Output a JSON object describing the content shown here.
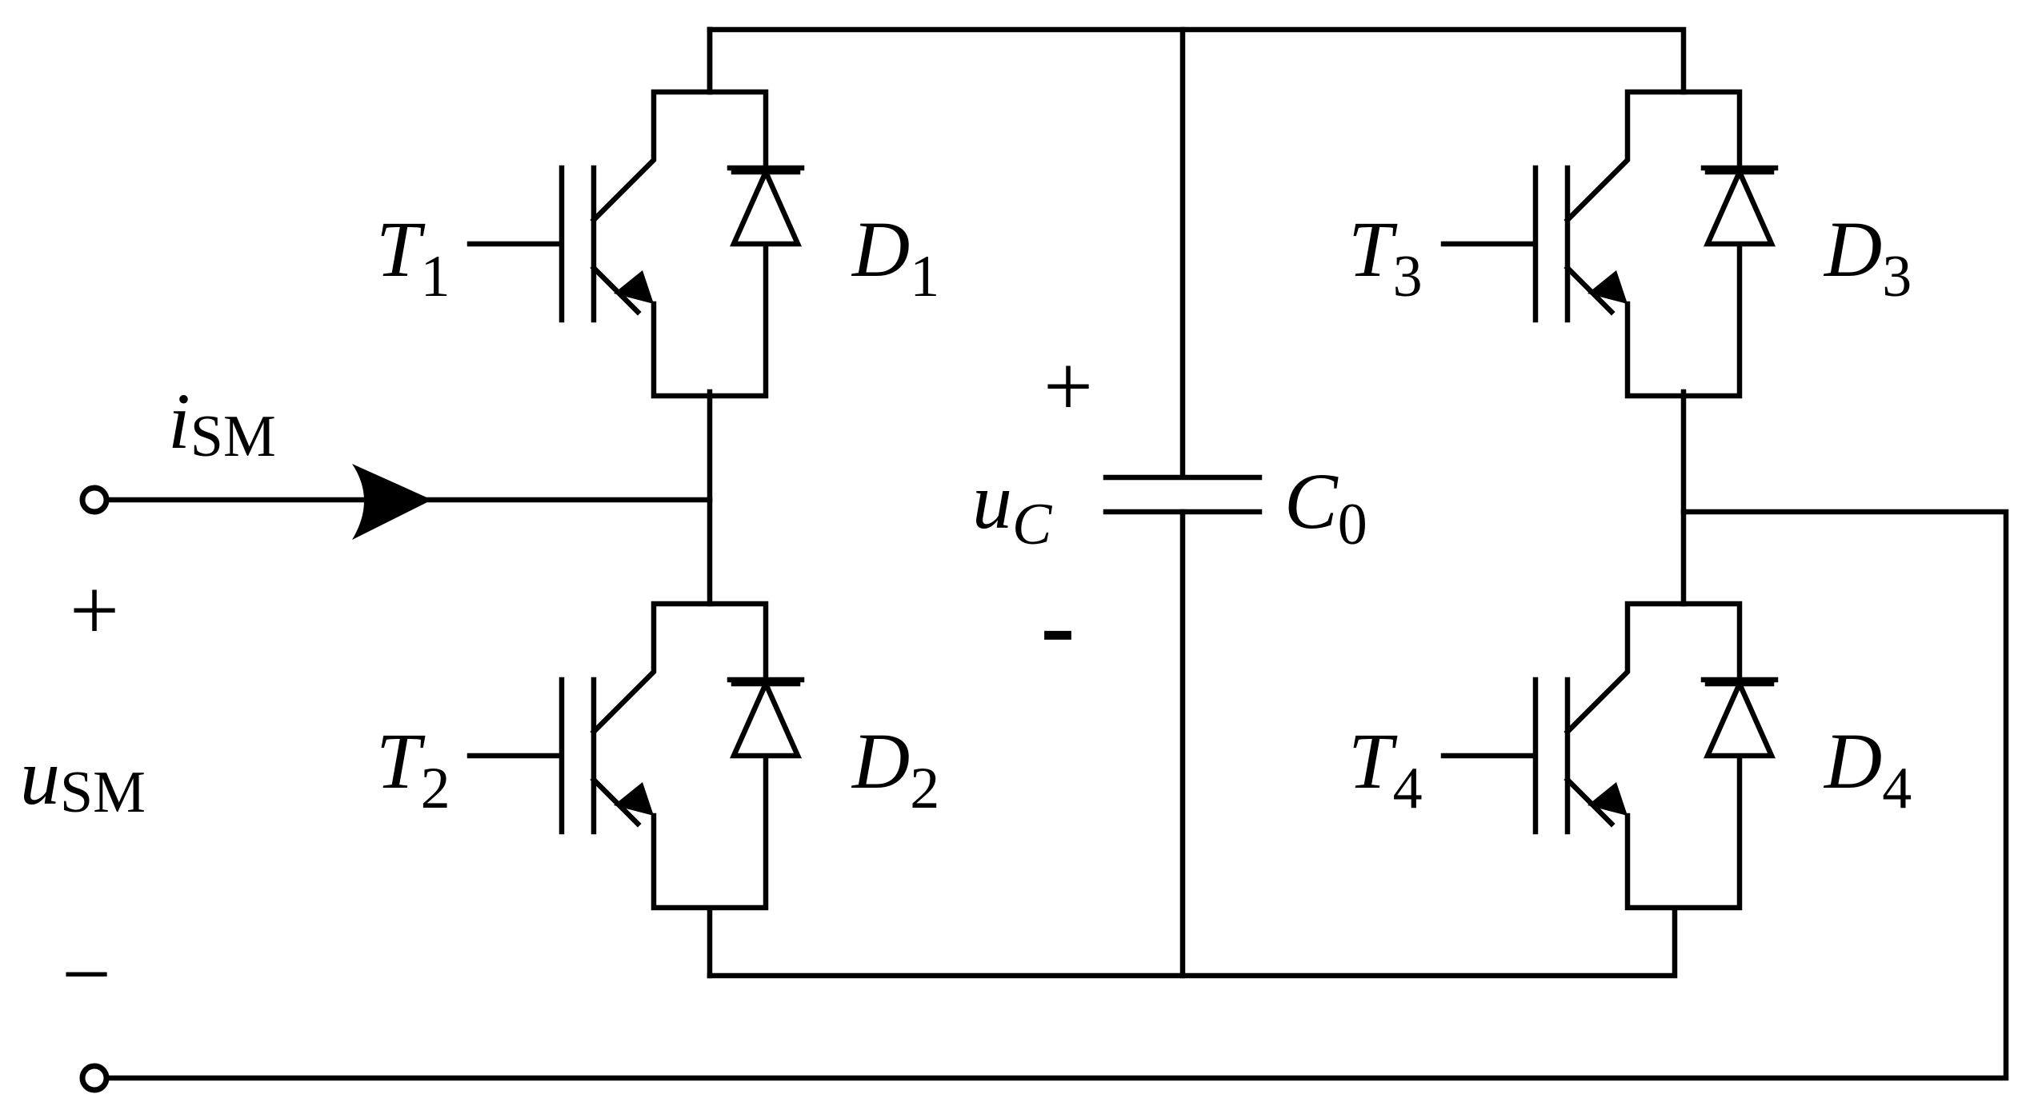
{
  "diagram": {
    "input_current": {
      "main": "i",
      "sub": "SM"
    },
    "input_voltage": {
      "main": "u",
      "sub": "SM"
    },
    "input_plus": "+",
    "input_minus": "−",
    "cap_voltage": {
      "main": "u",
      "sub": "C"
    },
    "cap_plus": "+",
    "cap_minus": "-",
    "capacitor": {
      "main": "C",
      "sub": "0"
    },
    "switches": [
      {
        "id": "T1",
        "t_main": "T",
        "t_sub": "1",
        "d_main": "D",
        "d_sub": "1"
      },
      {
        "id": "T2",
        "t_main": "T",
        "t_sub": "2",
        "d_main": "D",
        "d_sub": "2"
      },
      {
        "id": "T3",
        "t_main": "T",
        "t_sub": "3",
        "d_main": "D",
        "d_sub": "3"
      },
      {
        "id": "T4",
        "t_main": "T",
        "t_sub": "4",
        "d_main": "D",
        "d_sub": "4"
      }
    ],
    "colors": {
      "line": "#000000",
      "background": "#ffffff"
    }
  }
}
